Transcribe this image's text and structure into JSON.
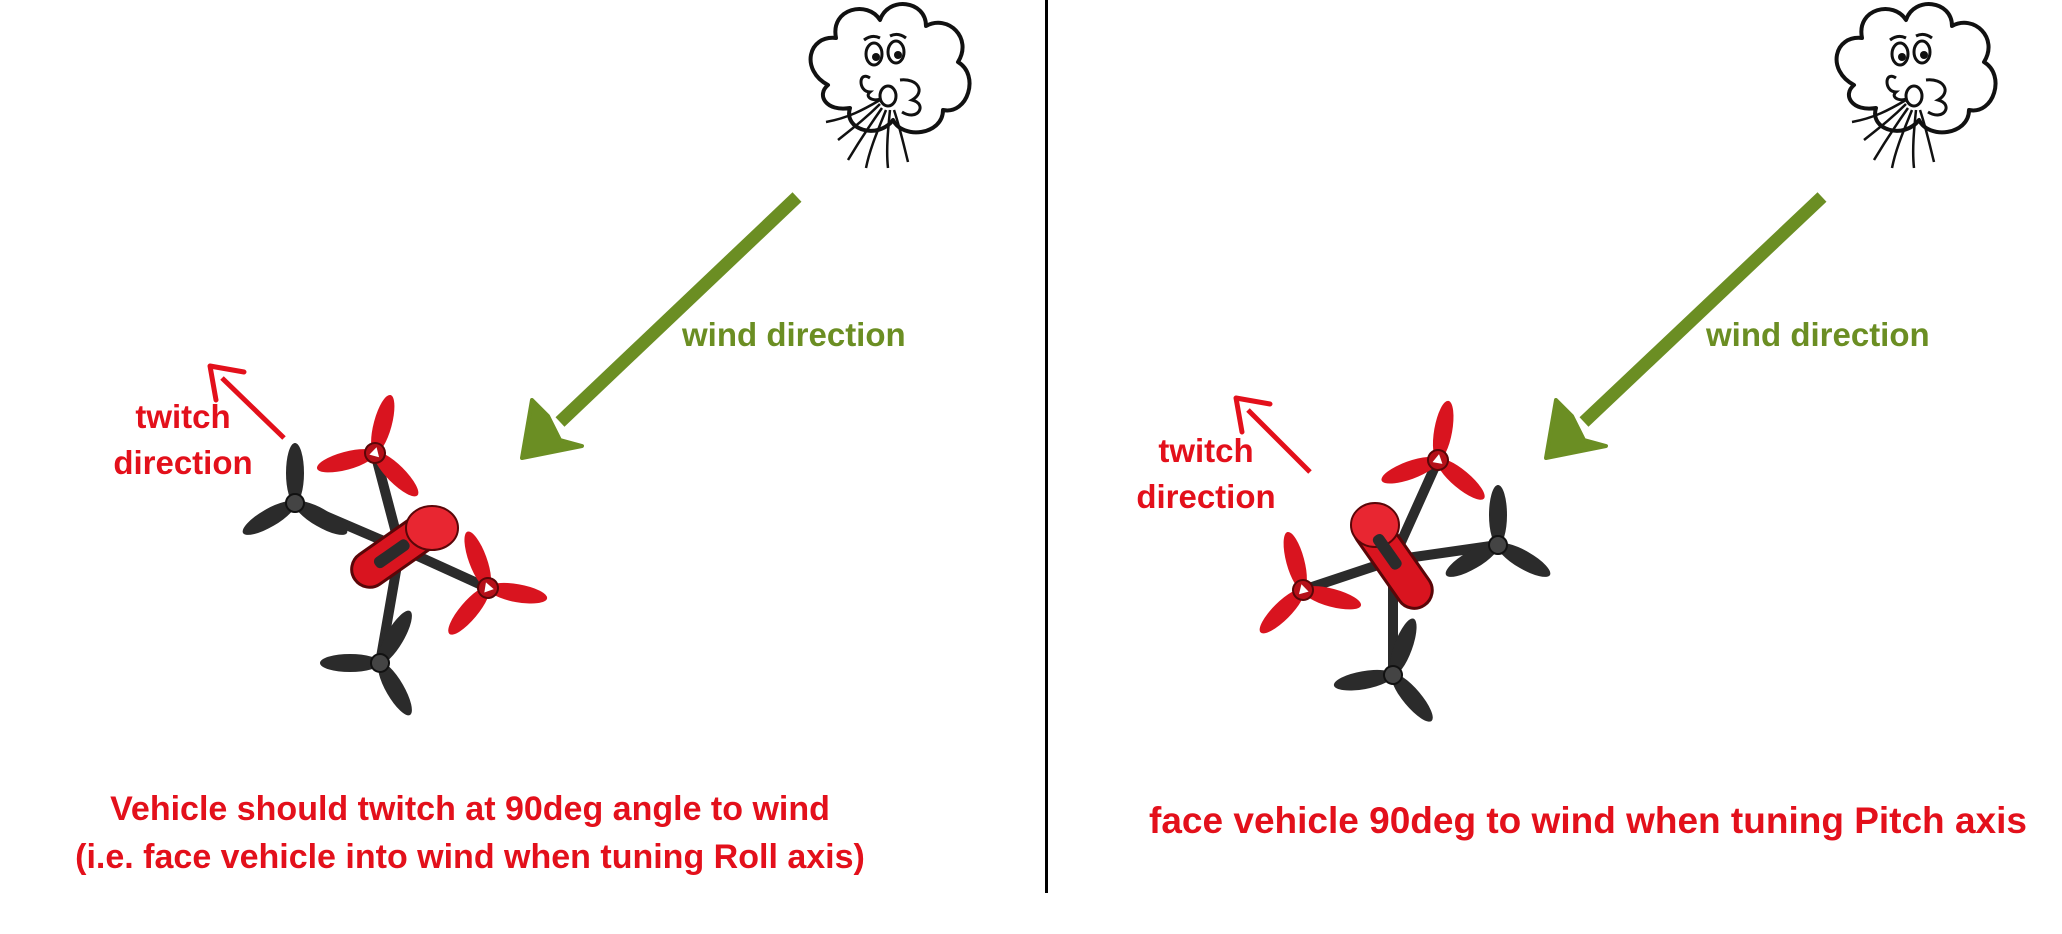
{
  "colors": {
    "wind": "#6b8e23",
    "twitch": "#e3101b",
    "drone_red": "#d9141f",
    "drone_dark": "#2b2b2b",
    "divider": "#000000"
  },
  "icons": [
    "wind-cloud-face-icon",
    "quadcopter-drone-icon",
    "wind-arrow-icon",
    "twitch-arrow-icon"
  ],
  "left_panel": {
    "wind_label": "wind direction",
    "twitch_label_line1": "twitch",
    "twitch_label_line2": "direction",
    "caption_line1": "Vehicle should twitch at 90deg angle to wind",
    "caption_line2": "(i.e. face vehicle into wind when tuning Roll axis)"
  },
  "right_panel": {
    "wind_label": "wind direction",
    "twitch_label_line1": "twitch",
    "twitch_label_line2": "direction",
    "caption": "face vehicle 90deg to wind when tuning Pitch axis"
  }
}
